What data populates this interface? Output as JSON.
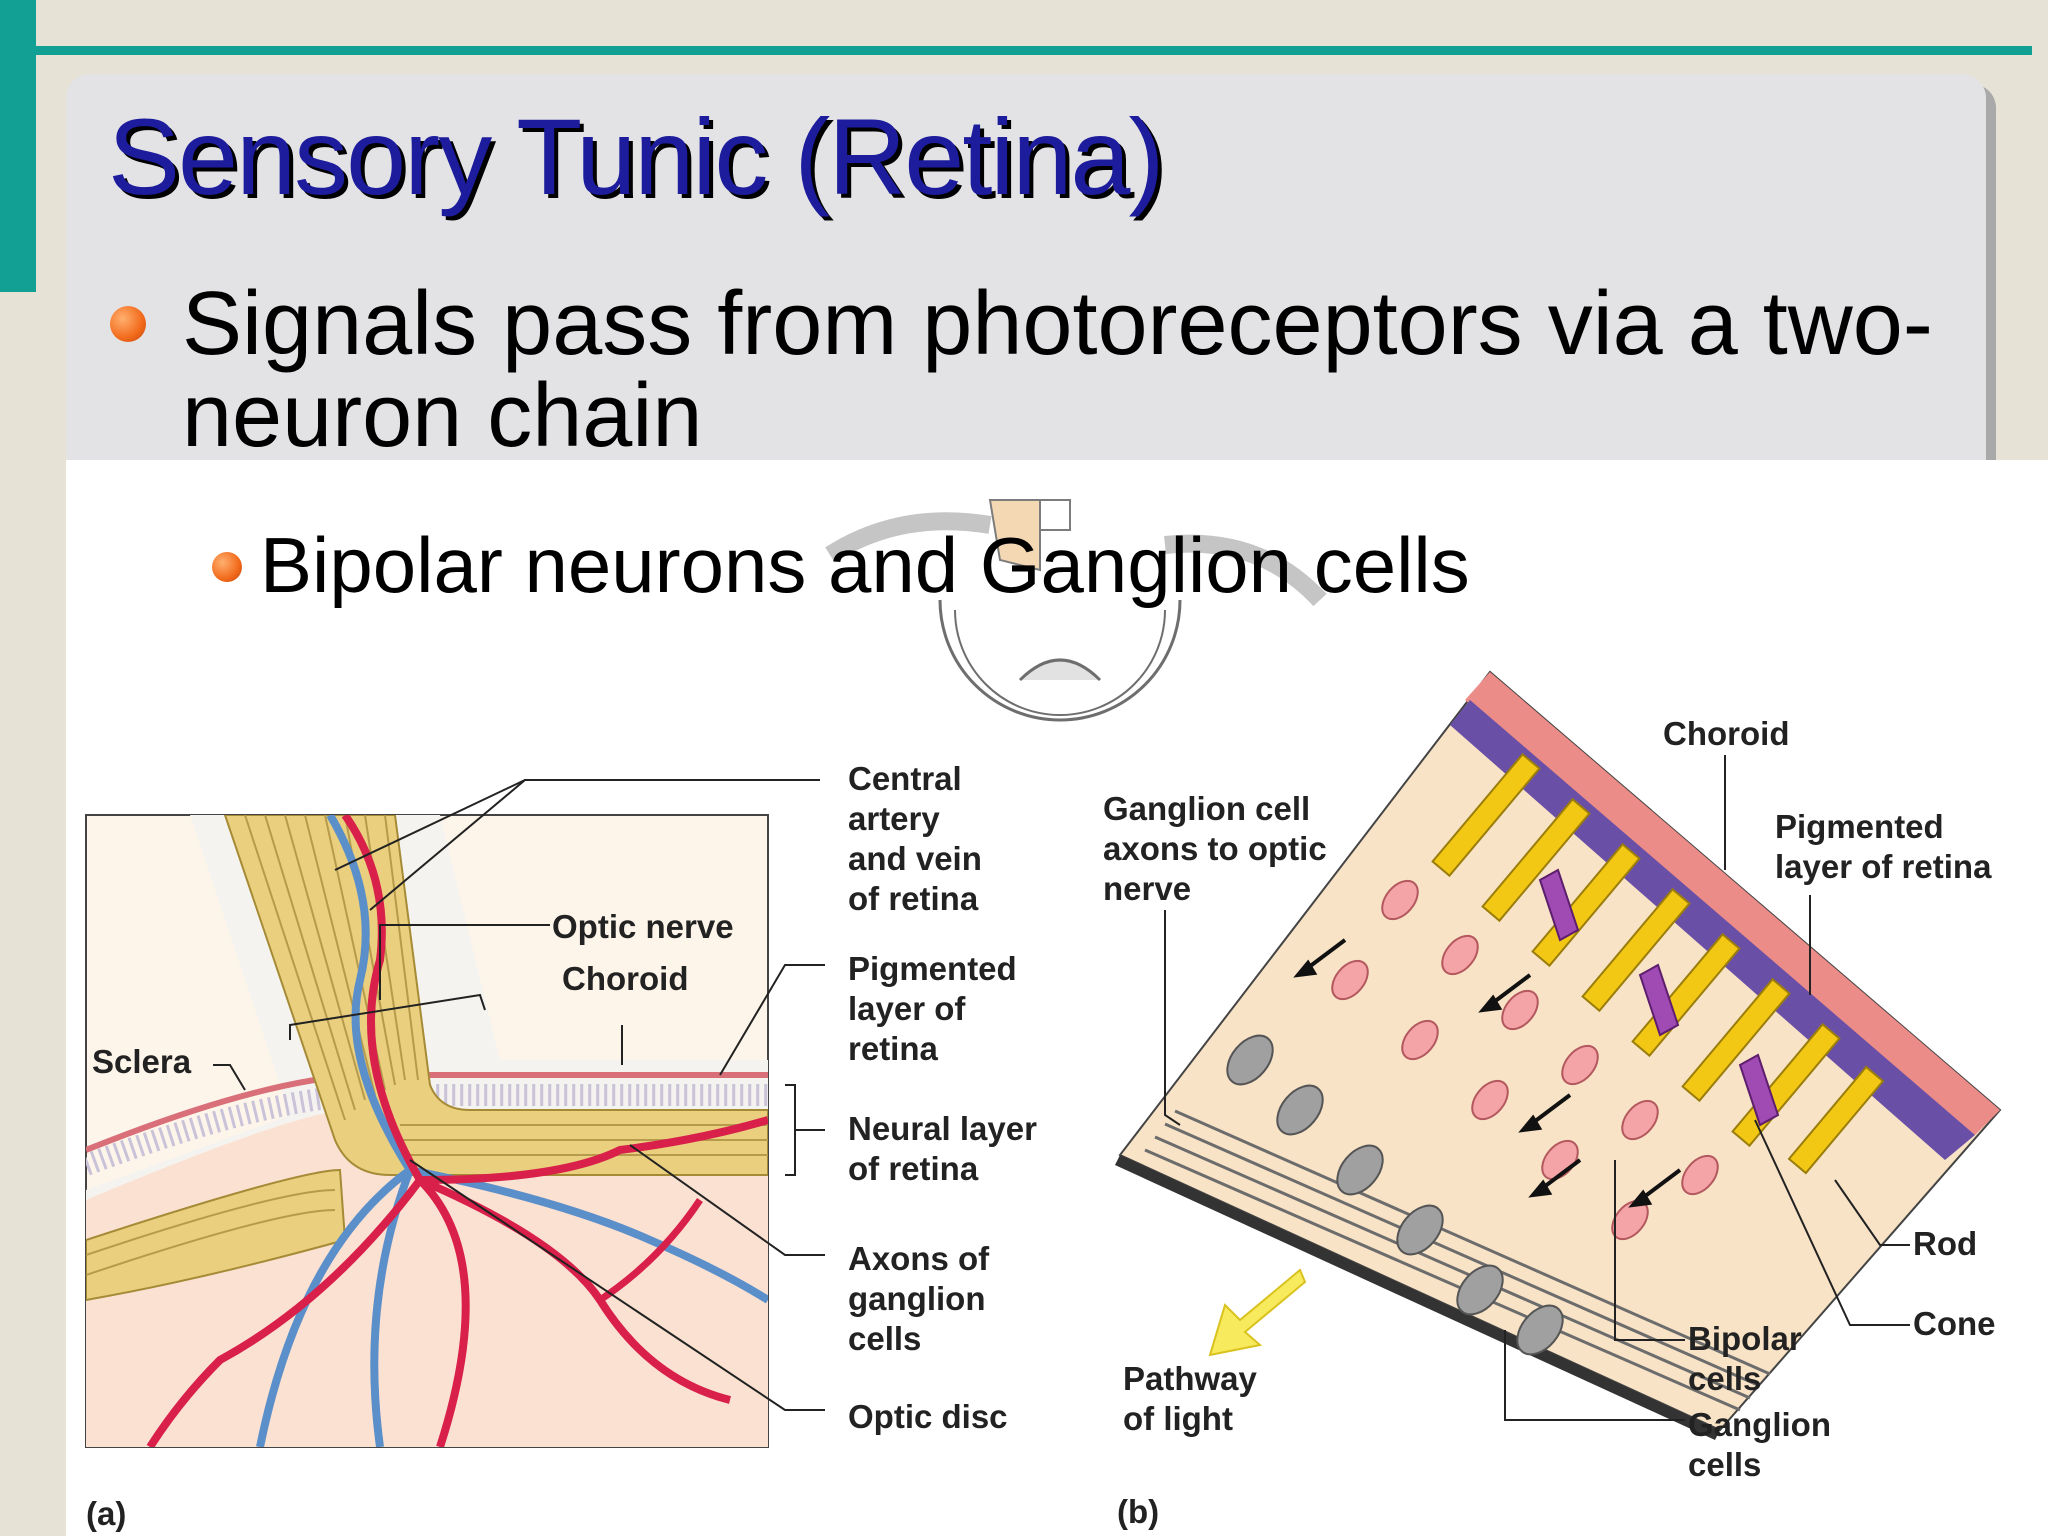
{
  "slide": {
    "title": "Sensory Tunic (Retina)",
    "bullet1": "Signals pass from photoreceptors via a two-neuron chain",
    "bullet2": "Bipolar neurons and Ganglion cells"
  },
  "figure_a": {
    "panel_label": "(a)",
    "labels": {
      "central": [
        "Central",
        "artery",
        "and vein",
        "of retina"
      ],
      "optic_nerve": "Optic nerve",
      "choroid": "Choroid",
      "sclera": "Sclera",
      "pigmented": [
        "Pigmented",
        "layer of",
        "retina"
      ],
      "neural": [
        "Neural layer",
        "of retina"
      ],
      "axons": [
        "Axons of",
        "ganglion",
        "cells"
      ],
      "optic_disc": "Optic disc"
    }
  },
  "figure_b": {
    "panel_label": "(b)",
    "labels": {
      "ganglion_axons": [
        "Ganglion cell",
        "axons to optic",
        "nerve"
      ],
      "choroid": "Choroid",
      "pigmented": [
        "Pigmented",
        "layer of retina"
      ],
      "rod": "Rod",
      "cone": "Cone",
      "bipolar": [
        "Bipolar",
        "cells"
      ],
      "ganglion": [
        "Ganglion",
        "cells"
      ],
      "pathway": [
        "Pathway",
        "of light"
      ]
    }
  },
  "colors": {
    "teal": "#12a095",
    "title_blue": "#1c1c9c",
    "bullet_orange": "#f26a1b",
    "nerve": "#e9cf7e",
    "artery": "#d8204a",
    "vein": "#5b8fc9",
    "rod": "#f2c814",
    "cone": "#a04ab4",
    "bipolar": "#f4a3a6",
    "ganglion": "#a0a0a0"
  }
}
